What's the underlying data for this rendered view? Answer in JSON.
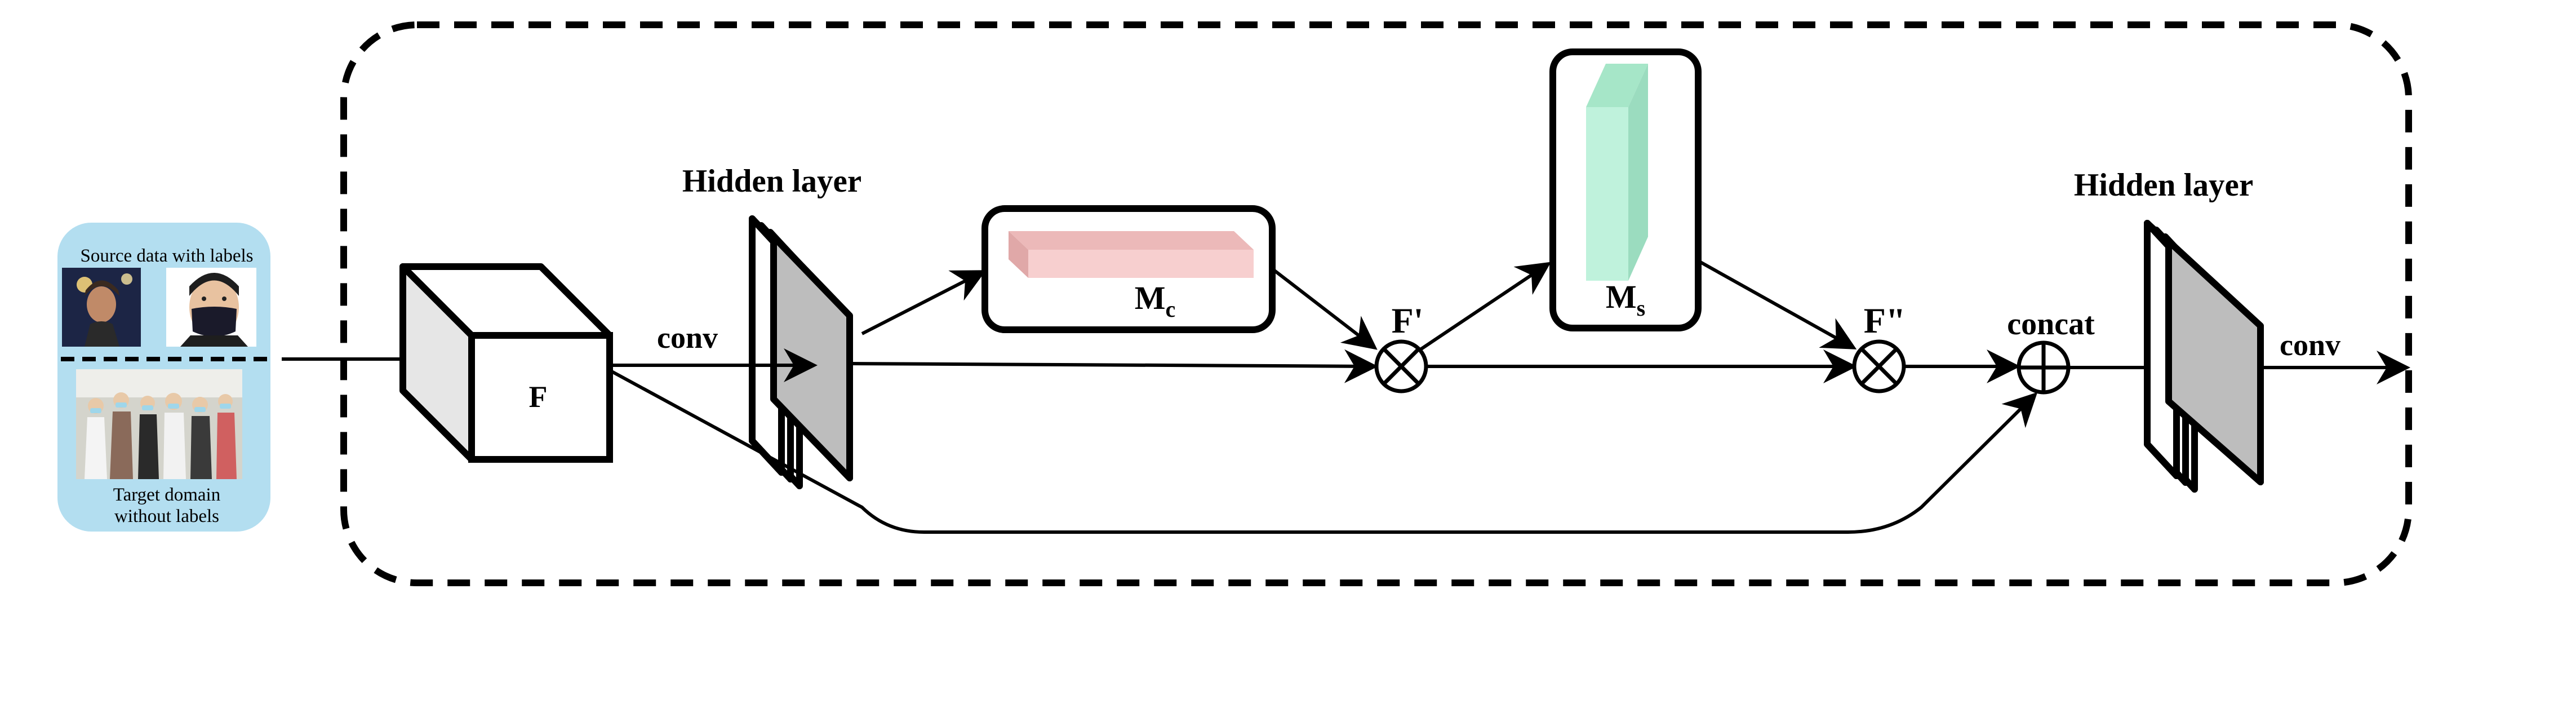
{
  "input_panel": {
    "source_label": "Source data with labels",
    "target_label_line1": "Target domain",
    "target_label_line2": "without labels",
    "color": "#b3def0"
  },
  "blocks": {
    "feature_cube_label": "F",
    "conv_label_1": "conv",
    "hidden_layer_label_1": "Hidden layer",
    "mc_label": "M",
    "mc_sub": "c",
    "ms_label": "M",
    "ms_sub": "s",
    "f_prime_label": "F'",
    "f_double_prime_label": "F\"",
    "concat_label": "concat",
    "hidden_layer_label_2": "Hidden layer",
    "conv_label_2": "conv"
  },
  "colors": {
    "stroke": "#000000",
    "cube_front": "#ffffff",
    "cube_side": "#e6e6e6",
    "layer_fill": "#bdbdbd",
    "mc_front": "#f7cfcf",
    "mc_top": "#ecb9b9",
    "ms_front": "#bff2dc",
    "ms_side": "#a6e6c8"
  }
}
